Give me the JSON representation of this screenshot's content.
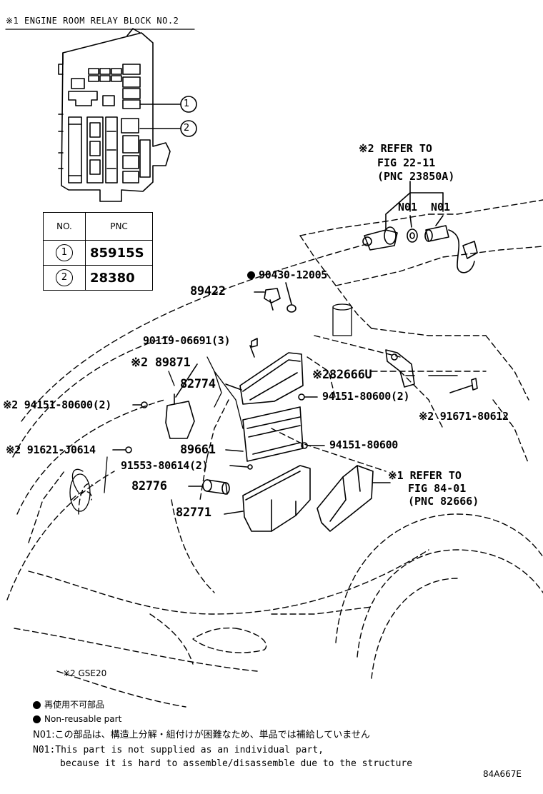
{
  "header": {
    "relay_block_title": "※1 ENGINE ROOM RELAY BLOCK NO.2"
  },
  "relay_callouts": [
    "1",
    "2"
  ],
  "pnc_table": {
    "headers": [
      "NO.",
      "PNC"
    ],
    "rows": [
      {
        "no": "1",
        "pnc": "85915S"
      },
      {
        "no": "2",
        "pnc": "28380"
      }
    ]
  },
  "refer_22": {
    "line1": "※2 REFER TO",
    "line2": "FIG 22-11",
    "line3": "(PNC 23850A)"
  },
  "n01_labels": [
    "N01",
    "N01"
  ],
  "parts": {
    "p90430": "90430-12005",
    "p89422": "89422",
    "p90119": "90119-06691(3)",
    "p89871": "※2 89871",
    "p82774": "82774",
    "p82666u": "※282666U",
    "p94151a": "※2 94151-80600(2)",
    "p94151b": "94151-80600(2)",
    "p91671": "※2 91671-80612",
    "p91621": "※2 91621-J0614",
    "p89661": "89661",
    "p94151c": "94151-80600",
    "p91553": "91553-80614(2)",
    "p82776": "82776",
    "p82771": "82771"
  },
  "refer_84": {
    "line1": "※1 REFER TO",
    "line2": "FIG 84-01",
    "line3": "(PNC 82666)"
  },
  "notes": {
    "gse": "※2 GSE20",
    "nonreusable_jp": "再使用不可部品",
    "nonreusable_en": "Non-reusable part",
    "n01_jp": "N01:この部品は、構造上分解・組付けが困難なため、単品では補給していません",
    "n01_en1": "N01:This part is not supplied as an individual part,",
    "n01_en2": "because it is hard to assemble/disassemble due to the structure"
  },
  "figure_code": "84A667E"
}
